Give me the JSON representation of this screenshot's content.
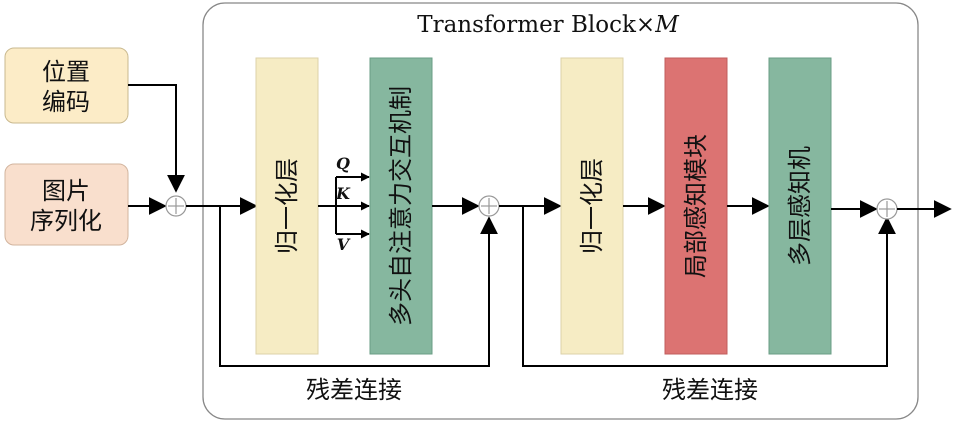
{
  "block_title": "Transformer Block×",
  "block_title_var": "M",
  "inputs": {
    "position_encoding": [
      "位置",
      "编码"
    ],
    "image_serialization": [
      "图片",
      "序列化"
    ]
  },
  "stage1": {
    "norm": "归一化层",
    "attention": "多头自注意力交互机制",
    "q": "Q",
    "k": "K",
    "v": "V",
    "residual": "残差连接"
  },
  "stage2": {
    "norm": "归一化层",
    "local_perception": "局部感知模块",
    "mlp": "多层感知机",
    "residual": "残差连接"
  },
  "colors": {
    "block_border": "#888888",
    "input_yellow": "#fcecc7",
    "input_peach": "#f9dfcd",
    "norm": "#f6ecc4",
    "attention": "#86b79f",
    "local_perception": "#dc7372",
    "mlp": "#86b79f",
    "line": "#000000"
  },
  "icons": {
    "adder": "circle-plus-icon",
    "arrow": "arrowhead-icon"
  }
}
